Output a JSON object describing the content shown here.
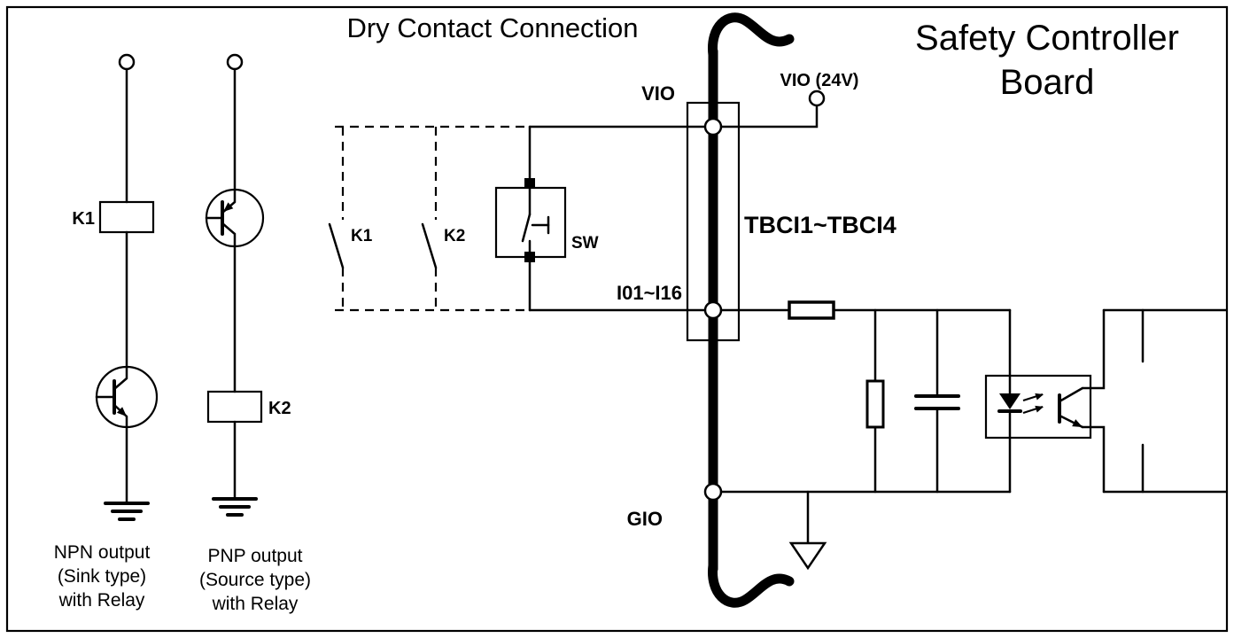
{
  "diagram": {
    "main_title": "Dry Contact Connection",
    "board_title_line1": "Safety Controller",
    "board_title_line2": "Board",
    "bus": {
      "tbci_label": "TBCI1~TBCI4",
      "vio_label": "VIO",
      "vio24_label": "VIO (24V)",
      "io_label": "I01~I16",
      "gio_label": "GIO"
    },
    "dry_contact": {
      "k1_label": "K1",
      "k2_label": "K2",
      "sw_label": "SW"
    },
    "npn_branch": {
      "relay_label": "K1",
      "caption_line1": "NPN output",
      "caption_line2": "(Sink type)",
      "caption_line3": "with Relay"
    },
    "pnp_branch": {
      "relay_label": "K2",
      "caption_line1": "PNP output",
      "caption_line2": "(Source type)",
      "caption_line3": "with Relay"
    },
    "colors": {
      "line": "#000000",
      "background": "#ffffff"
    }
  }
}
